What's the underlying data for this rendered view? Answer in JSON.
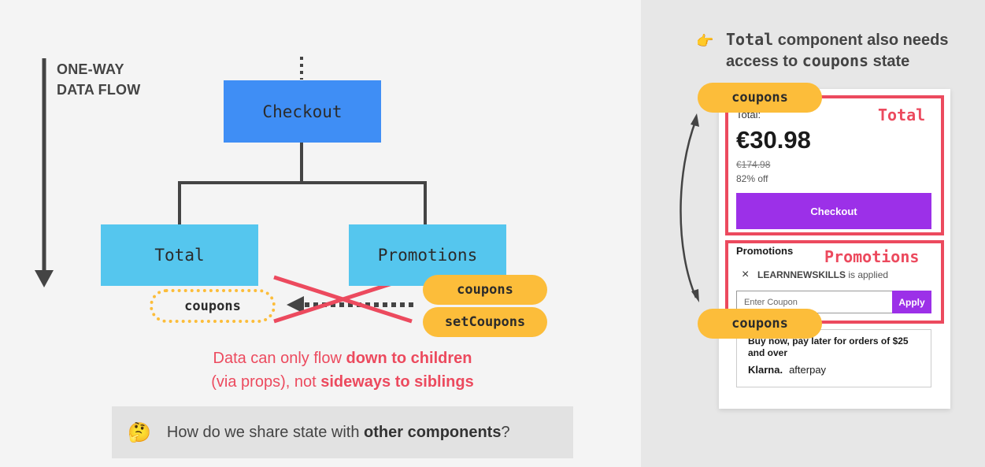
{
  "left": {
    "flow_label_line1": "ONE-WAY",
    "flow_label_line2": "DATA FLOW",
    "nodes": {
      "checkout": "Checkout",
      "total": "Total",
      "promotions": "Promotions"
    },
    "total_state_pill": "coupons",
    "promo_state_pills": [
      "coupons",
      "setCoupons"
    ],
    "message": {
      "p1": "Data can only flow ",
      "b1": "down to children",
      "p2": "(via props), not ",
      "b2": "sideways to siblings"
    },
    "question": {
      "emoji": "🤔",
      "text_plain": "How do we share state with ",
      "text_bold": "other components",
      "text_end": "?"
    }
  },
  "right": {
    "note": {
      "icon": "👉",
      "code1": "Total",
      "mid": " component also needs access to ",
      "code2": "coupons",
      "end": " state"
    },
    "pill_top": "coupons",
    "pill_bottom": "coupons",
    "total_box": {
      "label": "Total",
      "caption": "Total:",
      "price": "€30.98",
      "old_price": "€174.98",
      "discount": "82% off",
      "button": "Checkout"
    },
    "promo_box": {
      "label": "Promotions",
      "heading": "Promotions",
      "close_icon": "×",
      "code": "LEARNNEWSKILLS",
      "applied": " is applied",
      "placeholder": "Enter Coupon",
      "apply": "Apply"
    },
    "bnpl": {
      "text": "Buy now, pay later for orders of $25 and over",
      "logo1": "Klarna.",
      "logo2": "afterpay"
    }
  },
  "colors": {
    "checkout": "#3f8ef5",
    "child": "#55c6ee",
    "pill": "#fcbd3a",
    "red": "#ec4a5e",
    "purple": "#9c30e8"
  }
}
